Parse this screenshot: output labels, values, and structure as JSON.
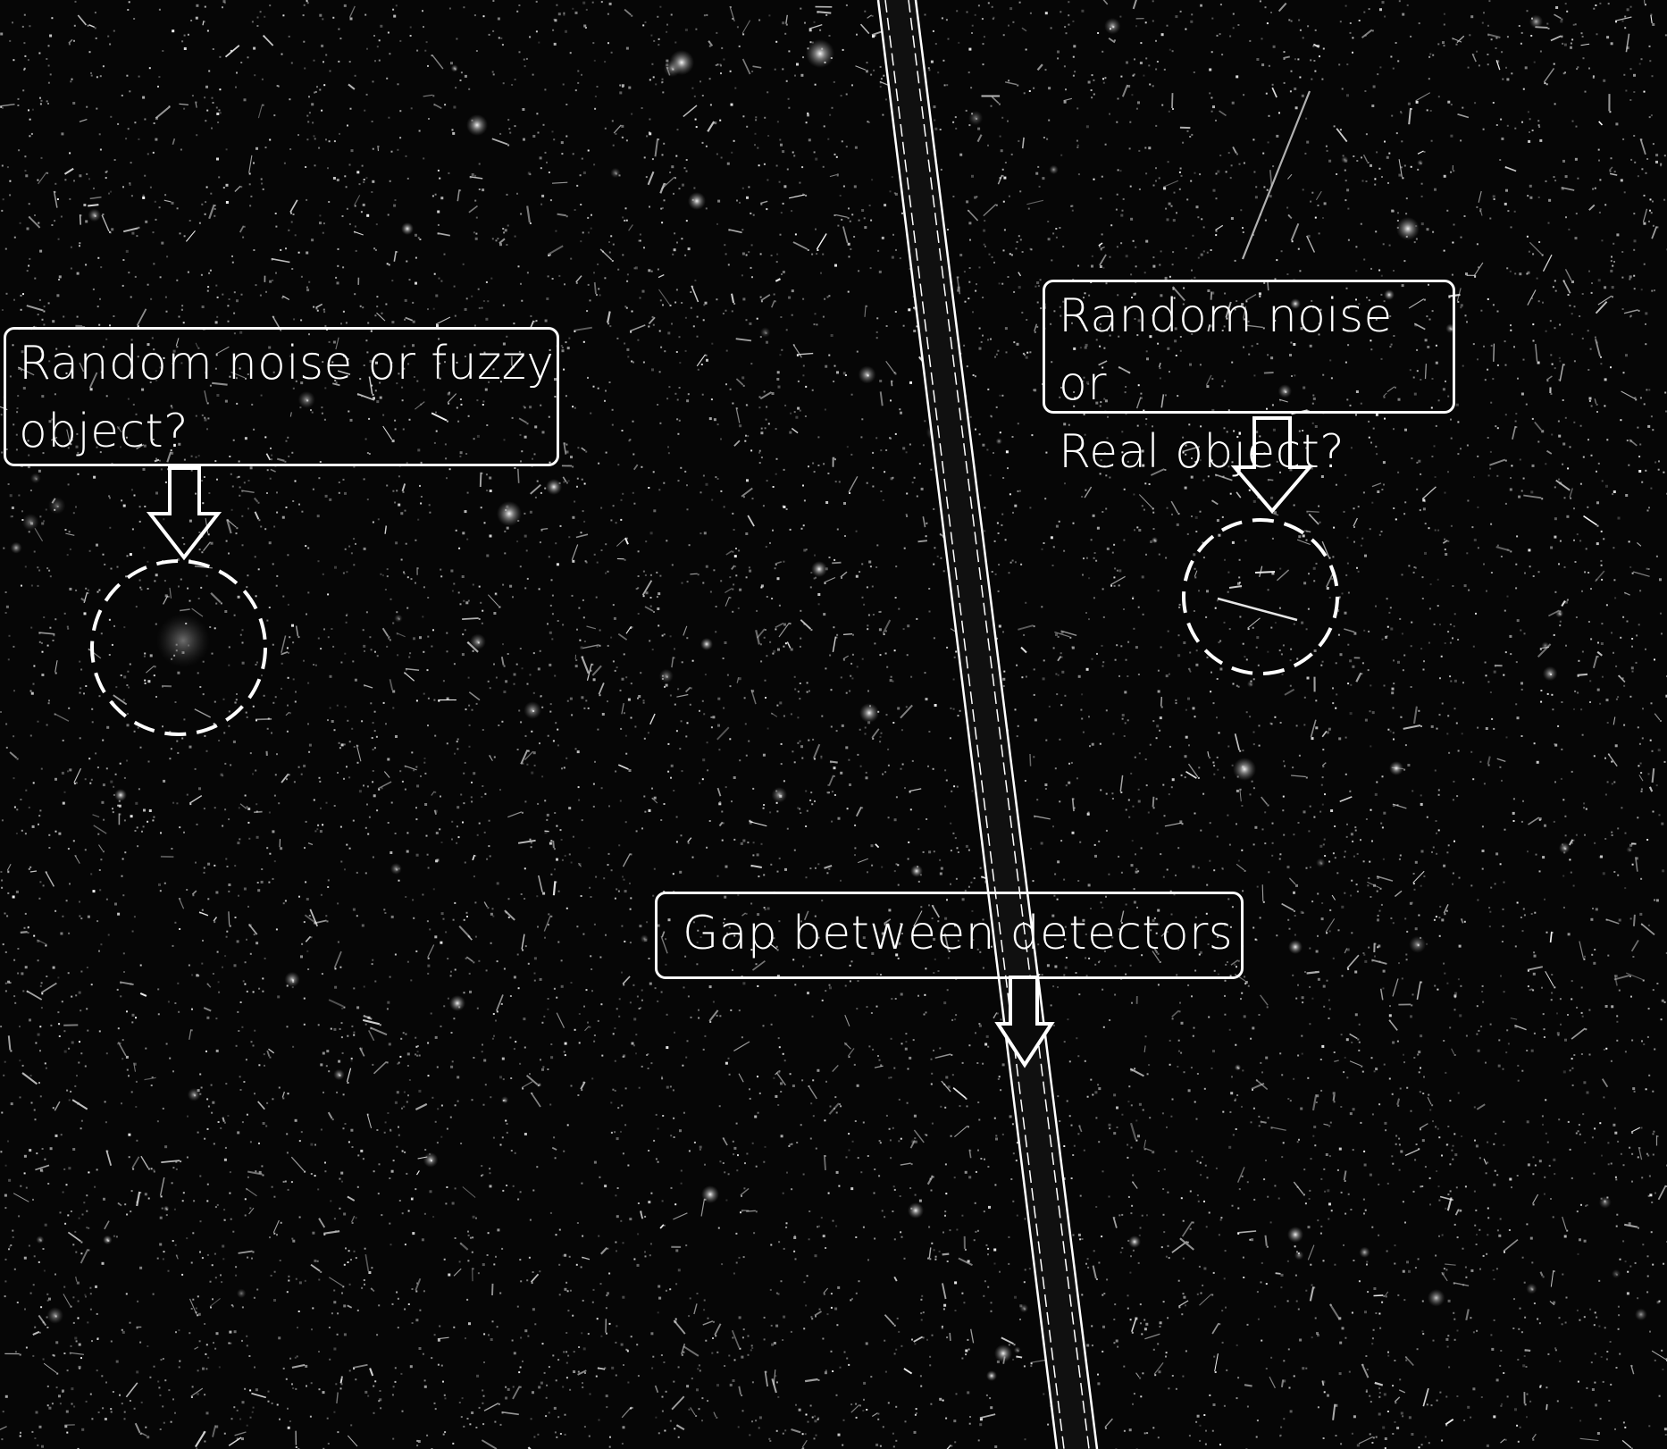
{
  "image": {
    "description_colors": {
      "background": "#050505",
      "annotation": "#ffffff",
      "gap_band": "#111111"
    }
  },
  "annotations": {
    "left": {
      "text": "Random noise or fuzzy\nobject?"
    },
    "right": {
      "text": "Random noise or\nReal object?"
    },
    "bottom": {
      "text": "Gap between detectors"
    }
  }
}
